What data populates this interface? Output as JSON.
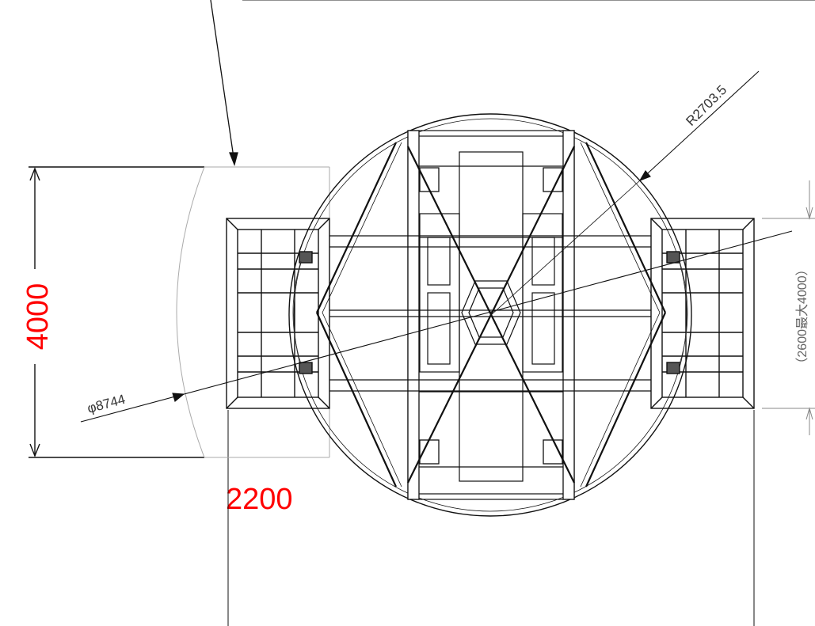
{
  "drawing": {
    "dimension_height": "4000",
    "dimension_width": "2200",
    "diameter_label": "φ8744",
    "radius_label": "R2703.5",
    "vertical_note": "（2600最大4000）",
    "colors": {
      "annotation_red": "#ff0000",
      "line": "#111111",
      "thin_line": "#555555"
    }
  }
}
